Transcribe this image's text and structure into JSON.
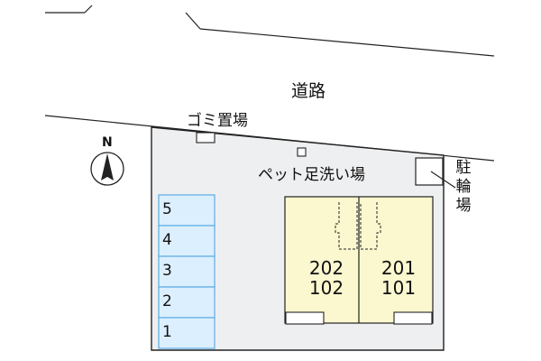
{
  "labels": {
    "road": "道路",
    "garbage": "ゴミ置場",
    "pet_wash": "ペット足洗い場",
    "bicycle": "駐輪場",
    "north": "N"
  },
  "units": [
    {
      "top": "202",
      "bottom": "102"
    },
    {
      "top": "201",
      "bottom": "101"
    }
  ],
  "parking": [
    "5",
    "4",
    "3",
    "2",
    "1"
  ],
  "colors": {
    "lot": "#eeeff1",
    "building": "#fbf8cf",
    "parking": "#dcefff",
    "parking_border": "#6fb6e6",
    "line": "#222222"
  }
}
